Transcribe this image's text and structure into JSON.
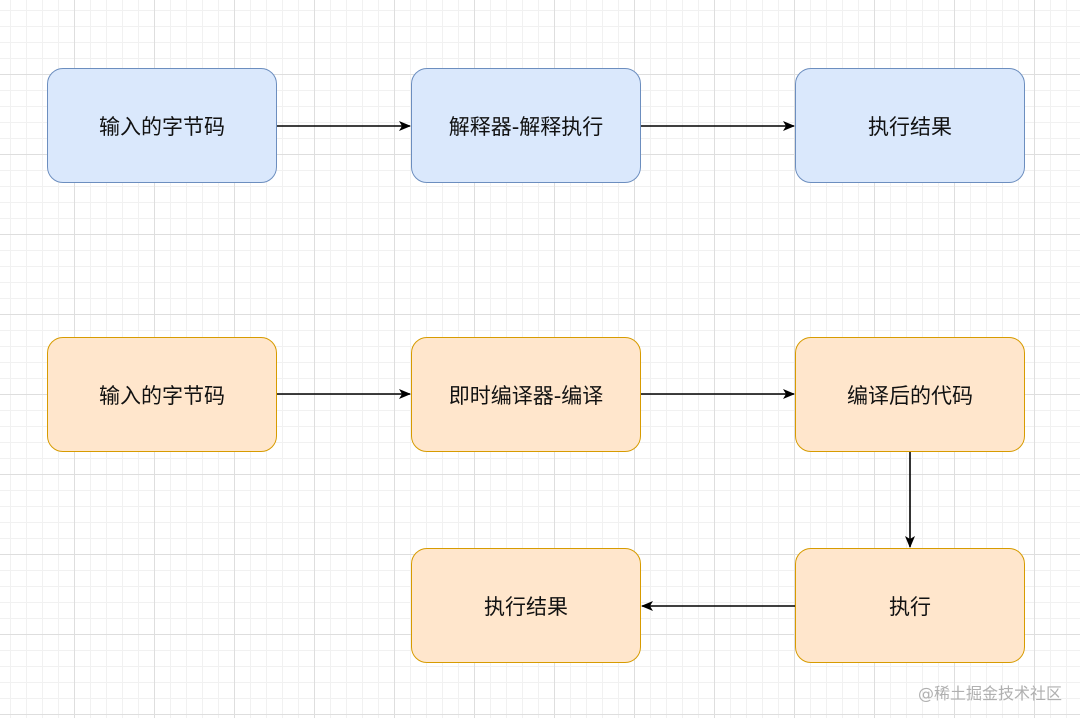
{
  "diagram": {
    "interpreter_flow": {
      "input": "输入的字节码",
      "interpret": "解释器-解释执行",
      "result": "执行结果"
    },
    "jit_flow": {
      "input": "输入的字节码",
      "compile": "即时编译器-编译",
      "compiled_code": "编译后的代码",
      "execute": "执行",
      "result": "执行结果"
    },
    "colors": {
      "blue_fill": "#dae8fc",
      "blue_stroke": "#6c8ebf",
      "orange_fill": "#ffe6cc",
      "orange_stroke": "#d79b00"
    }
  },
  "watermark": "@稀土掘金技术社区"
}
